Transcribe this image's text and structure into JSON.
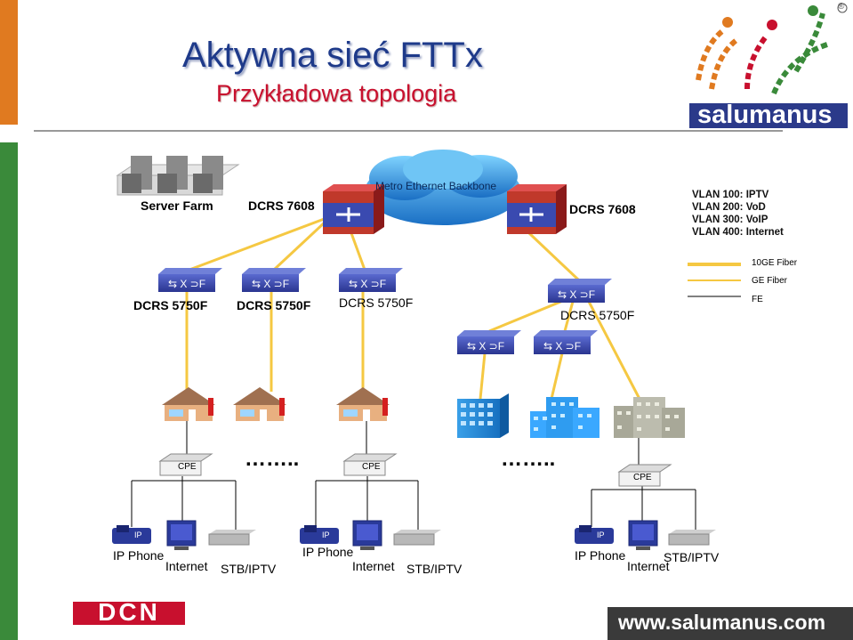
{
  "header": {
    "title": "Aktywna sieć FTTx",
    "subtitle": "Przykładowa topologia",
    "logo_text": "salumanus",
    "logo_registered": "®"
  },
  "backbone": {
    "cloud_label": "Metro Ethernet Backbone",
    "server_farm_label": "Server Farm",
    "core_left_label": "DCRS 7608",
    "core_right_label": "DCRS 7608"
  },
  "vlans": [
    "VLAN 100: IPTV",
    "VLAN 200: VoD",
    "VLAN 300: VoIP",
    "VLAN 400: Internet"
  ],
  "legend": [
    {
      "label": "10GE Fiber",
      "color": "#f5c842"
    },
    {
      "label": "GE Fiber",
      "color": "#f5c842"
    },
    {
      "label": "FE",
      "color": "#000000"
    }
  ],
  "access_switches": [
    "DCRS 5750F",
    "DCRS 5750F",
    "DCRS 5750F",
    "DCRS 5750F"
  ],
  "cpe_label": "CPE",
  "ellipsis": "……..",
  "endpoints": {
    "phone": "IP Phone",
    "internet": "Internet",
    "stb": "STB/IPTV",
    "ip_tag": "IP"
  },
  "footer": {
    "brand_left": "DCN",
    "url": "www.salumanus.com"
  },
  "colors": {
    "title": "#1e3a8a",
    "subtitle": "#c8102e",
    "fiber": "#f5c842",
    "switch": "#3a4ab0",
    "router": "#c0392b",
    "side_green": "#3a8a3a",
    "side_orange": "#e07a20",
    "footer_bg": "#3a3a3a"
  }
}
